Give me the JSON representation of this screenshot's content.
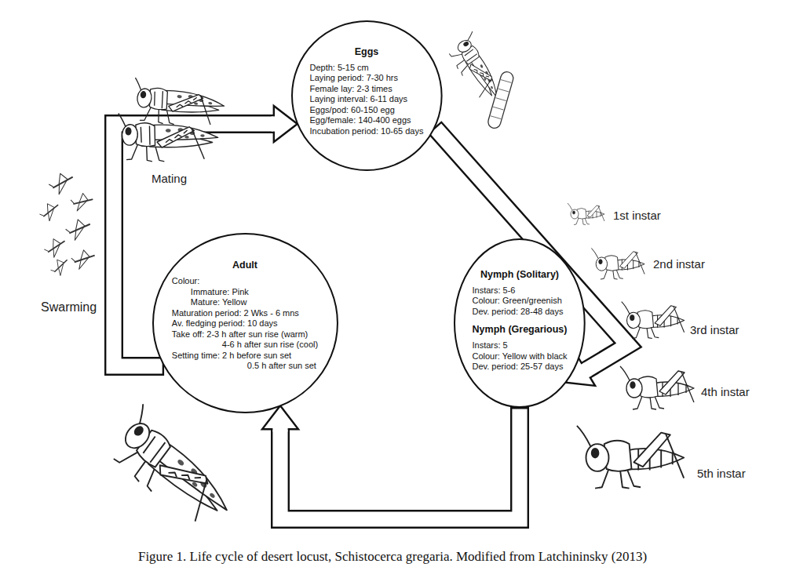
{
  "diagram": {
    "caption": "Figure 1. Life cycle of desert locust, Schistocerca gregaria. Modified from Latchininsky (2013)",
    "nodes": [
      {
        "text": [
          "Eggs",
          "Depth: 5-15 cm",
          "Laying period: 7-30 hrs",
          "Female lay: 2-3 times",
          "Laying interval: 6-11 days",
          "Eggs/pod: 60-150 egg",
          "Egg/female: 140-400 eggs",
          "Incubation period: 10-65 days"
        ]
      },
      {
        "text": [
          "Nymph (Solitary)",
          "Instars: 5-6",
          "Colour: Green/greenish",
          "Dev. period: 28-48 days",
          "Nymph (Gregarious)",
          "Instars: 5",
          "Colour: Yellow with black",
          "Dev. period: 25-57 days"
        ]
      },
      {
        "text": [
          "Adult",
          "Colour:",
          "Immature: Pink",
          "Mature: Yellow",
          "Maturation period: 2 Wks - 6 mns",
          "Av. fledging period: 10 days",
          "Take off: 2-3 h after sun rise (warm)",
          "4-6 h after sun rise (cool)",
          "Setting time: 2 h before sun set",
          "0.5 h after sun set"
        ]
      }
    ],
    "edges": [
      {
        "from": 0,
        "to": 1,
        "arrow": "to"
      },
      {
        "from": 1,
        "to": 2,
        "arrow": "to"
      },
      {
        "from": 2,
        "to": 0,
        "arrow": "to"
      }
    ],
    "labels": [
      "Mating",
      "Swarming",
      "1st instar",
      "2nd instar",
      "3rd instar",
      "4th instar",
      "5th instar"
    ]
  }
}
